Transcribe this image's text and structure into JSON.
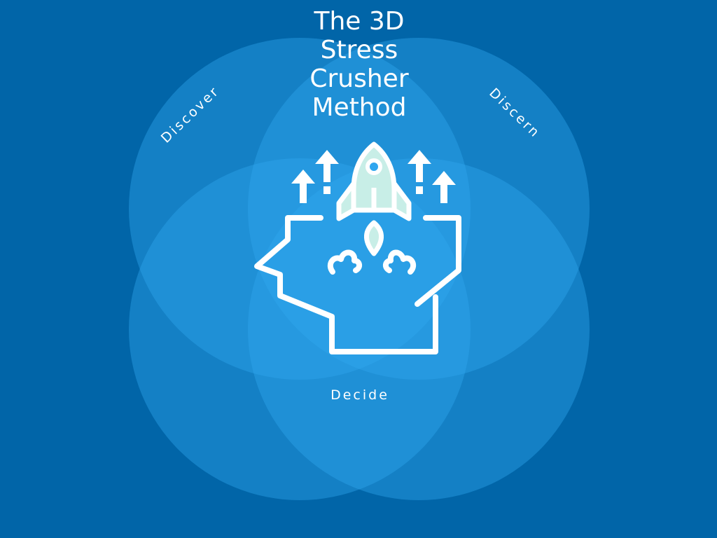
{
  "title": {
    "lines": [
      "The 3D",
      "Stress",
      "Crusher",
      "Method"
    ]
  },
  "labels": {
    "discover": "Discover",
    "discern": "Discern",
    "decide": "Decide"
  },
  "colors": {
    "background": "#0165a8",
    "circle": "#2fa6ef",
    "text": "#ffffff",
    "rocket": "#c8eee7"
  },
  "icon": {
    "name": "head-rocket-growth-icon"
  }
}
